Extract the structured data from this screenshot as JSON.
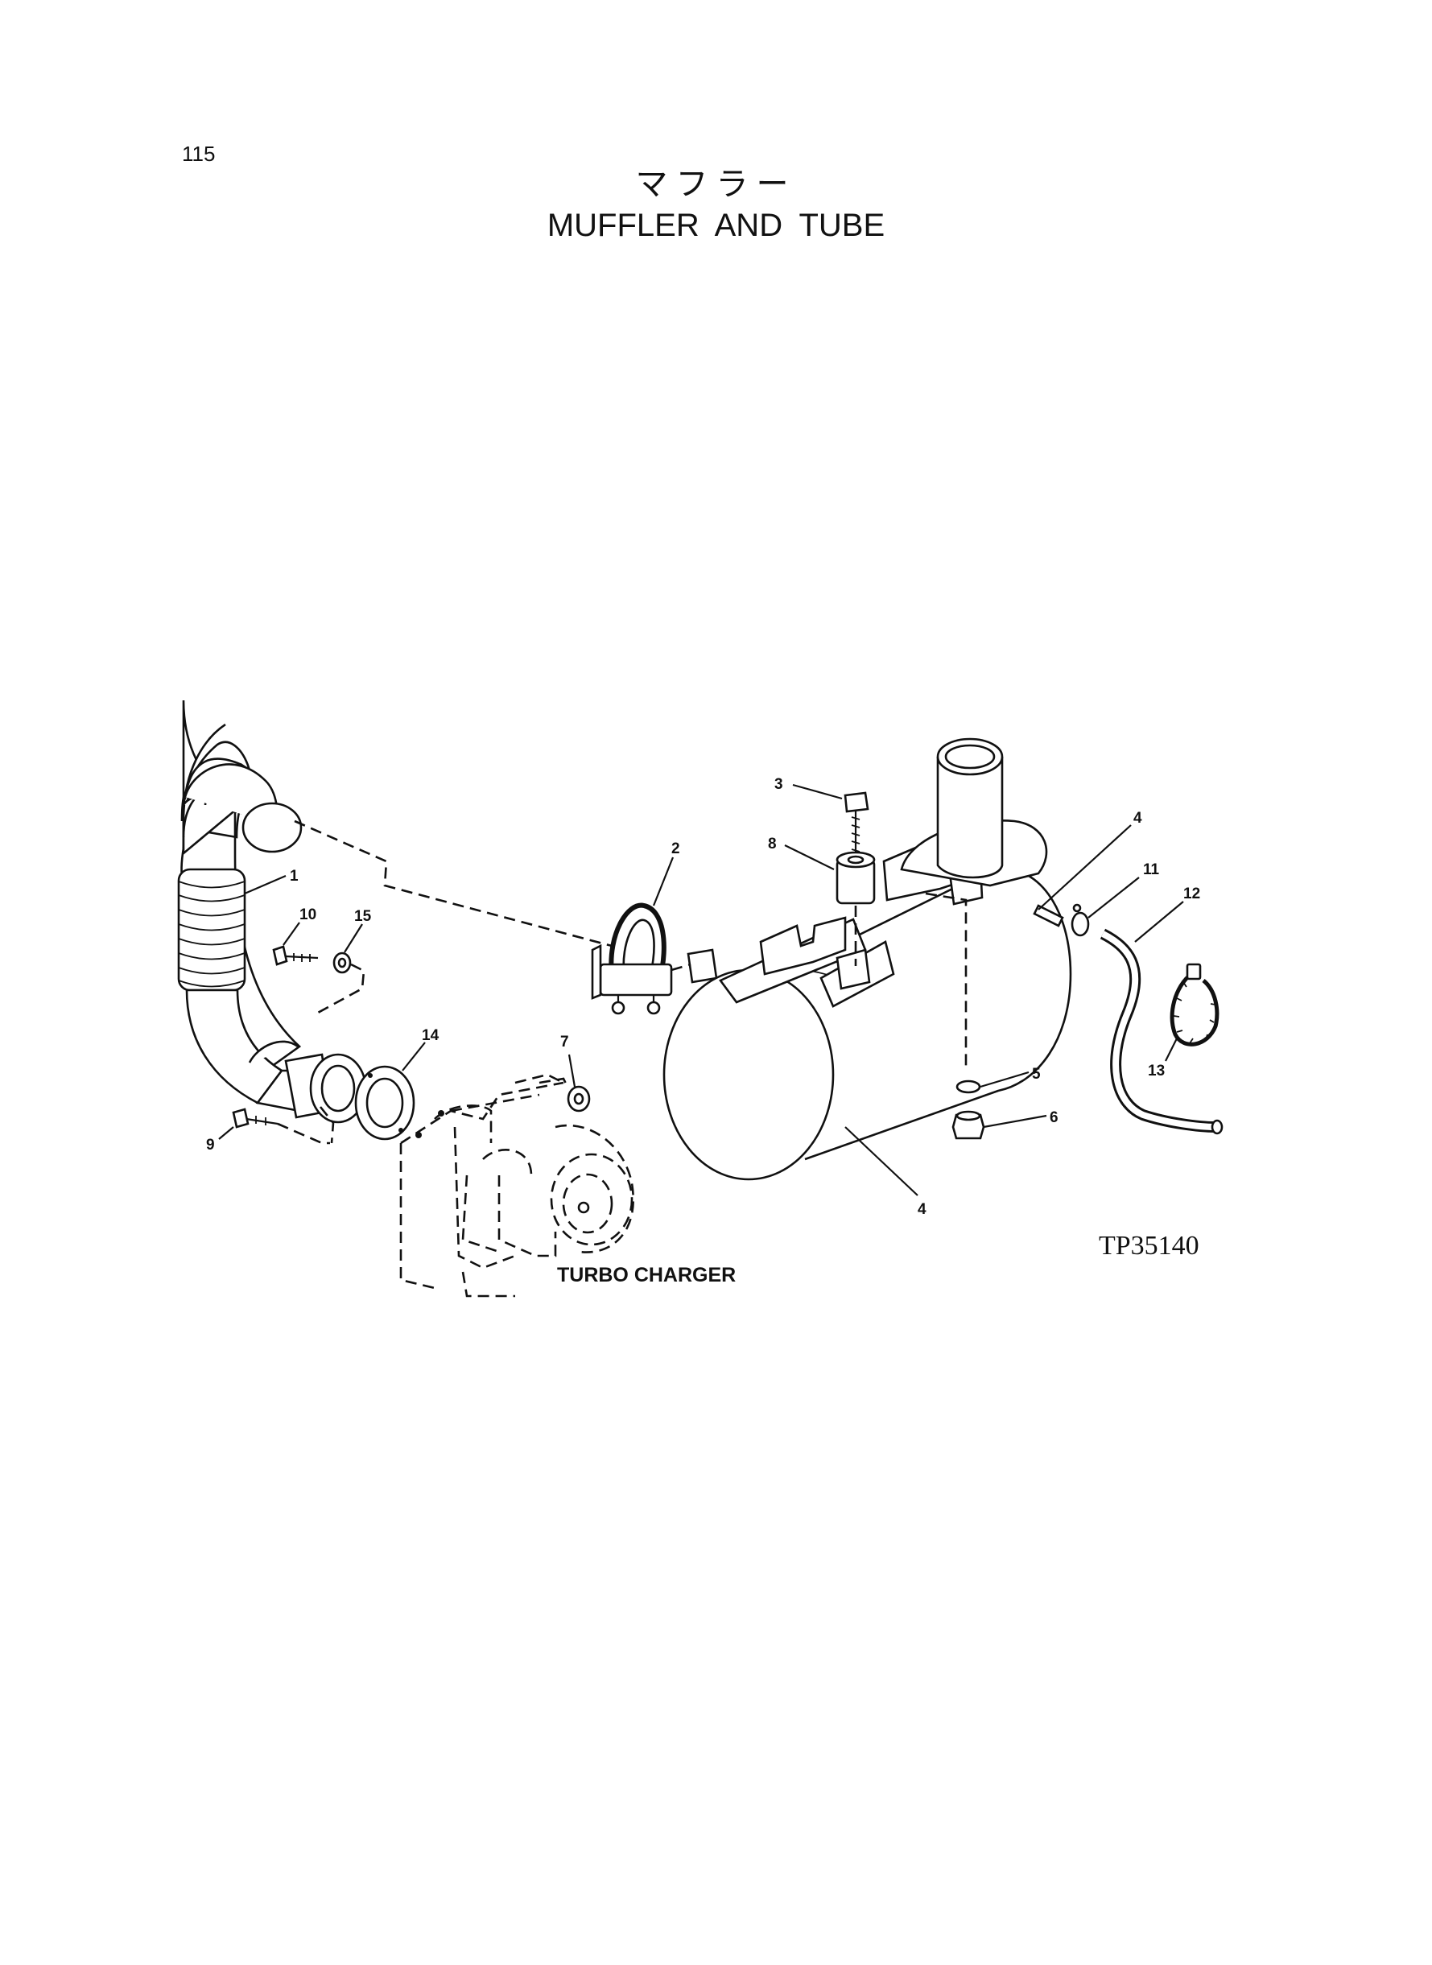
{
  "page": {
    "page_number": "115",
    "title_japanese": "マフラー",
    "title_english": "MUFFLER AND TUBE"
  },
  "diagram": {
    "drawing_code": "TP35140",
    "turbo_label": "TURBO CHARGER",
    "callouts": {
      "c1": "1",
      "c2": "2",
      "c3": "3",
      "c4a": "4",
      "c4b": "4",
      "c5": "5",
      "c6": "6",
      "c7": "7",
      "c8": "8",
      "c9": "9",
      "c10": "10",
      "c11": "11",
      "c12": "12",
      "c13": "13",
      "c14": "14",
      "c15": "15"
    }
  }
}
